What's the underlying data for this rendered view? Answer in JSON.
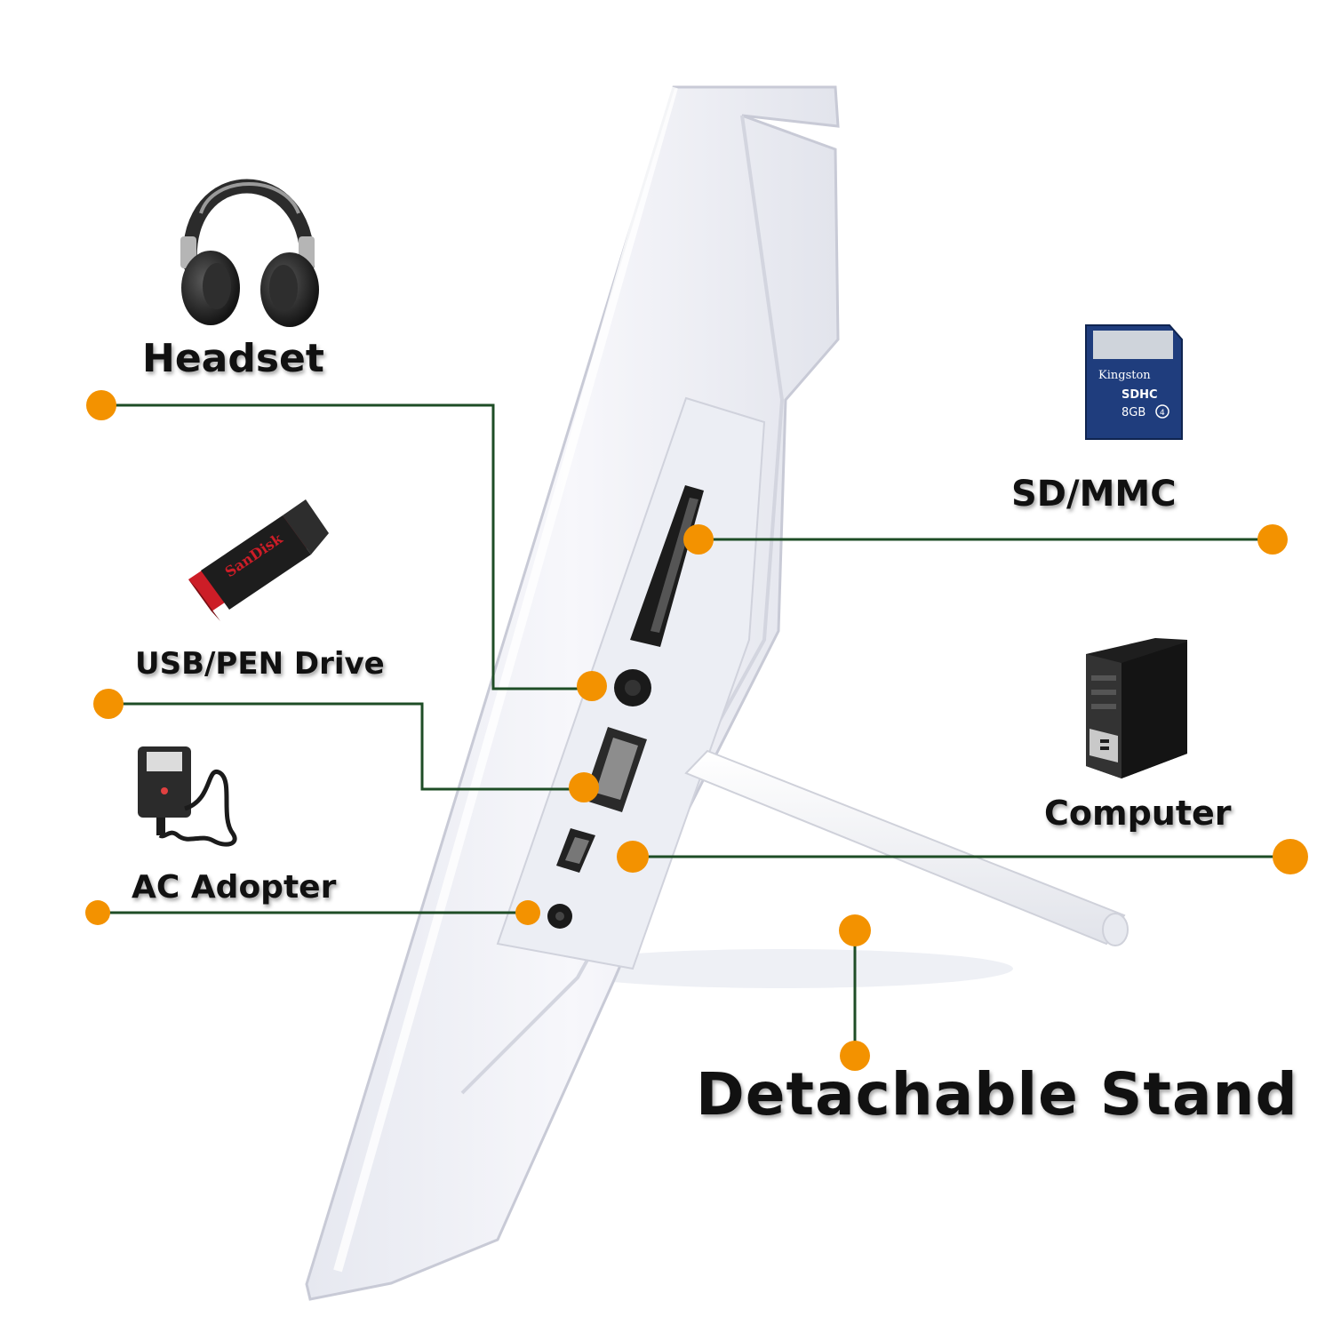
{
  "colors": {
    "leader_line": "#1e4d26",
    "marker": "#f39200",
    "frame_body": "#f4f4f8",
    "frame_shadow": "#d4d6e0"
  },
  "labels": {
    "headset": "Headset",
    "usb_pen_drive": "USB/PEN Drive",
    "ac_adapter": "AC Adopter",
    "sd_mmc": "SD/MMC",
    "computer": "Computer",
    "detachable_stand": "Detachable Stand"
  },
  "sd_card": {
    "brand": "Kingston",
    "capacity": "8GB",
    "type": "SDHC",
    "class": "4"
  },
  "usb_drive": {
    "brand": "SanDisk"
  },
  "icons": {
    "headset": "headphones-icon",
    "usb": "usb-flash-drive-icon",
    "ac": "power-adapter-icon",
    "sd": "sd-card-icon",
    "computer": "desktop-tower-icon"
  }
}
